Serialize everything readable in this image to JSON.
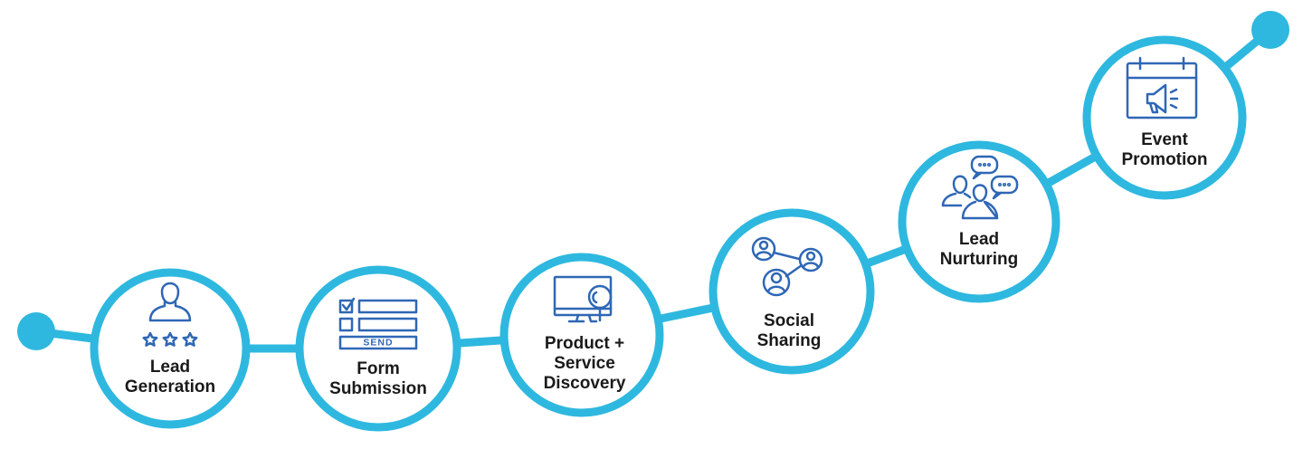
{
  "colors": {
    "accent": "#2EB8DF",
    "icon": "#2F67B5",
    "text": "#1a1a1a",
    "circle_fill": "#ffffff"
  },
  "steps": [
    {
      "label": "Lead\nGeneration",
      "icon": "user-rating-icon"
    },
    {
      "label": "Form\nSubmission",
      "icon": "form-send-icon"
    },
    {
      "label": "Product +\nService\nDiscovery",
      "icon": "monitor-search-icon"
    },
    {
      "label": "Social\nSharing",
      "icon": "network-users-icon"
    },
    {
      "label": "Lead\nNurturing",
      "icon": "group-chat-icon"
    },
    {
      "label": "Event\nPromotion",
      "icon": "calendar-megaphone-icon"
    }
  ],
  "send_text": "SEND"
}
